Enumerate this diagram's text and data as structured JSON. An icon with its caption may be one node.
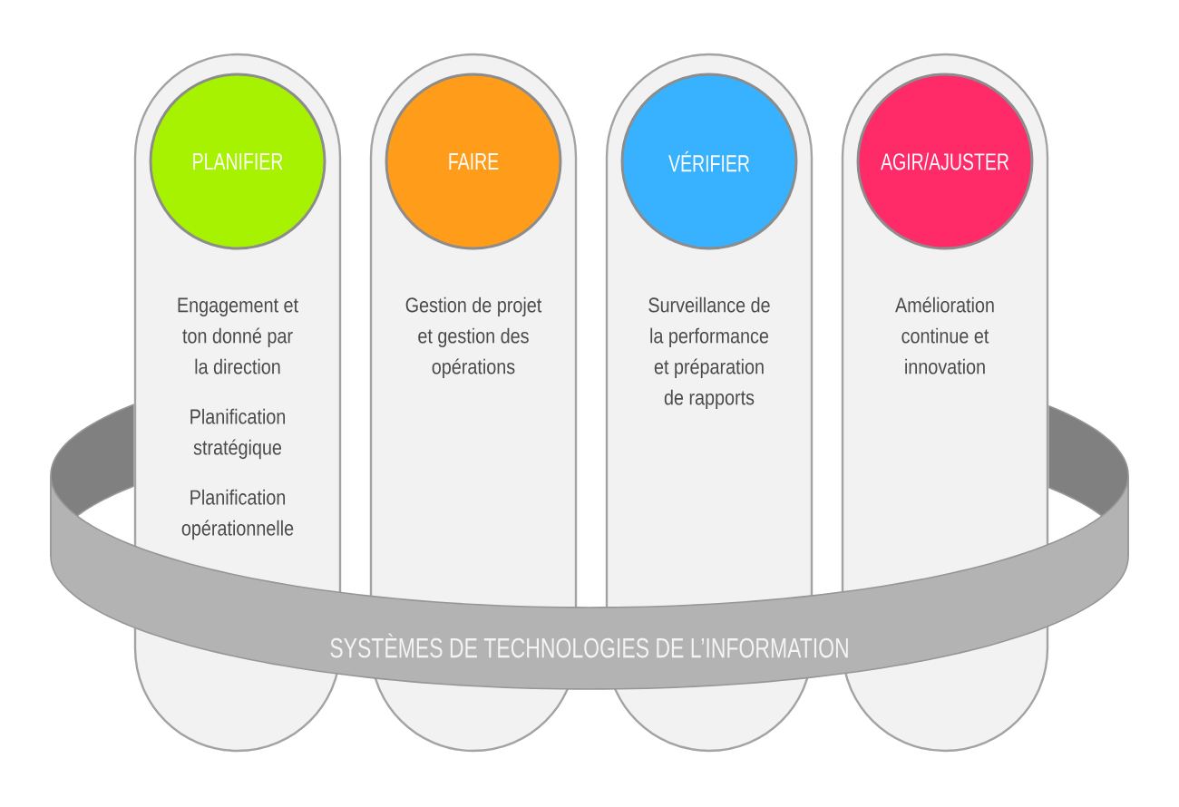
{
  "diagram": {
    "nodes": [
      {
        "text": [
          "Engagement et ton donné par la direction",
          "Planification stratégique",
          "Planification opérationnelle"
        ]
      },
      {
        "text": [
          "PLANIFIER"
        ],
        "in": 0
      },
      {
        "text": [
          "Gestion de projet et gestion des opérations"
        ]
      },
      {
        "text": [
          "FAIRE"
        ],
        "in": 2
      },
      {
        "text": [
          "Surveillance de la performance et préparation de rapports"
        ]
      },
      {
        "text": [
          "VÉRIFIER"
        ],
        "in": 4
      },
      {
        "text": [
          "Amélioration continue et innovation"
        ]
      },
      {
        "text": [
          "AGIR/AJUSTER"
        ],
        "in": 6
      },
      {
        "text": [
          "SYSTÈMES DE TECHNOLOGIES DE L’INFORMATION"
        ]
      }
    ]
  }
}
